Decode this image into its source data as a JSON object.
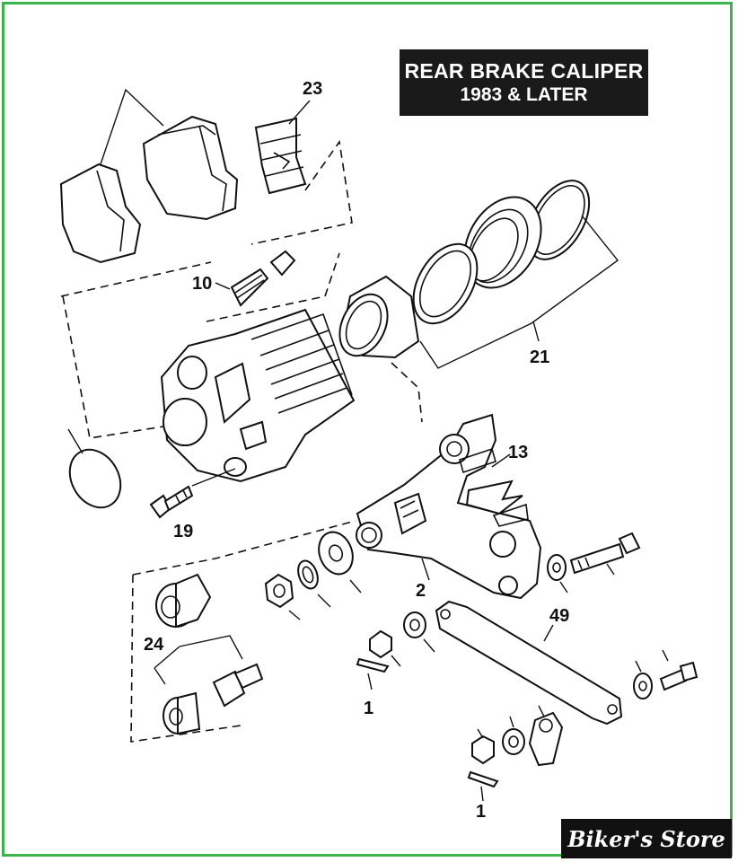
{
  "title": {
    "line1": "REAR BRAKE CALIPER",
    "line2": "1983 & LATER"
  },
  "callouts": {
    "c23": "23",
    "c10": "10",
    "c21": "21",
    "c13": "13",
    "c19": "19",
    "c24": "24",
    "c2": "2",
    "c49": "49",
    "c1a": "1",
    "c1b": "1"
  },
  "watermark": "Biker's Store",
  "colors": {
    "frame": "#3bb54a",
    "title_bg": "#1a1a1a",
    "watermark_bg": "#111111"
  }
}
